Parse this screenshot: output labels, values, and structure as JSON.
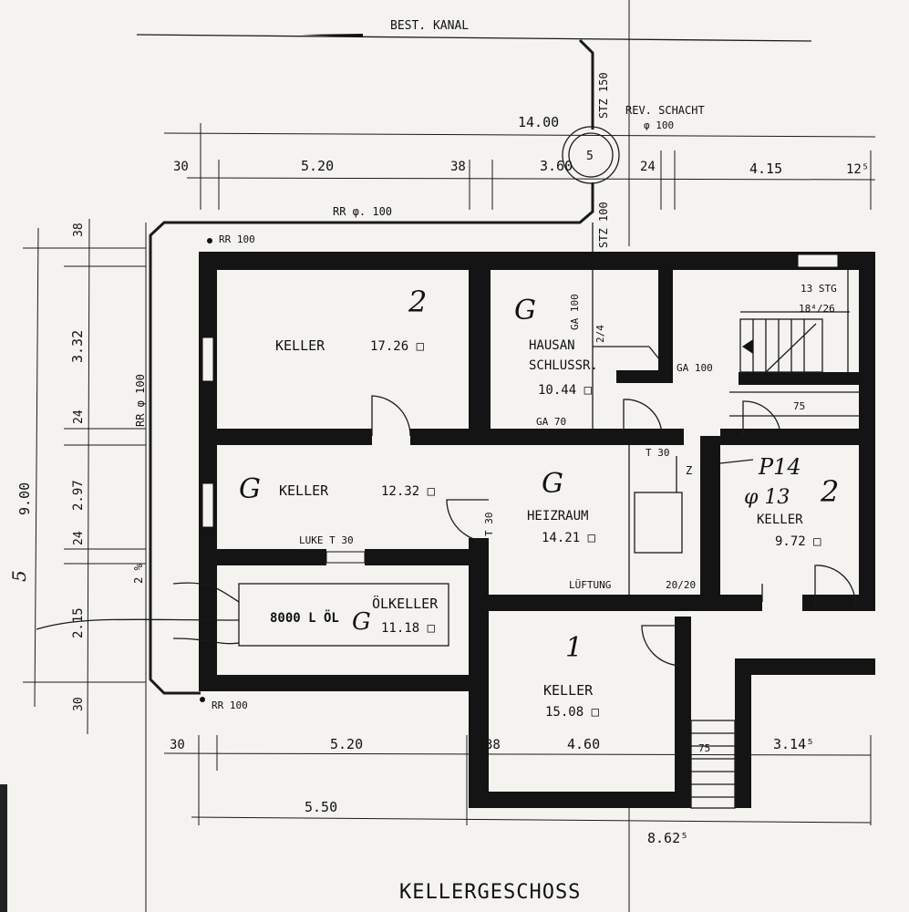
{
  "plan_title": "KELLERGESCHOSS",
  "sewer": {
    "label": "BEST. KANAL"
  },
  "shaft": {
    "label": "REV. SCHACHT",
    "diameter": "φ 100",
    "number": "5"
  },
  "pipes": {
    "stz_top": "STZ 150",
    "stz_mid": "STZ 100",
    "rr_top": "RR  φ. 100",
    "rr_left": "RR  φ 100",
    "rr_corner_top": "RR  100",
    "rr_corner_bottom": "RR  100",
    "ga_vertical": "GA 100",
    "ga_right": "GA 100",
    "ga_bottom": "GA 70",
    "luke": "LUKE  T 30",
    "door_t30_a": "T 30",
    "door_t30_b": "T 30",
    "lueftung": "LÜFTUNG",
    "lueftung_size": "20/20",
    "stair_steps": "13 STG",
    "stair_ratio": "18⁴/26",
    "stair_75": "75",
    "stair_small": "75",
    "slope": "2 %",
    "vert_slope": "2/4",
    "tank": "8000 L  ÖL",
    "z_mark": "Z"
  },
  "rooms": [
    {
      "name": "KELLER",
      "area": "17.26 □",
      "mark": "2"
    },
    {
      "name": "HAUSAN-\nSCHLUSSR.",
      "name_line1": "HAUSAN",
      "name_line2": "SCHLUSSR.",
      "area": "10.44 □",
      "mark": "G"
    },
    {
      "name": "KELLER",
      "area": "12.32 □",
      "mark": "G"
    },
    {
      "name": "HEIZRAUM",
      "area": "14.21 □",
      "mark": "G"
    },
    {
      "name": "KELLER",
      "area": "9.72 □",
      "mark": "2"
    },
    {
      "name": "ÖLKELLER",
      "area": "11.18 □",
      "mark": "G"
    },
    {
      "name": "KELLER",
      "area": "15.08 □",
      "mark": "1"
    }
  ],
  "handwritten": {
    "line1": "P14",
    "line2": "φ 13"
  },
  "dims_top": {
    "overall": "14.00",
    "d1": "30",
    "d2": "5.20",
    "d3": "38",
    "d4": "3.60",
    "d5": "24",
    "d6": "4.15",
    "d7": "12⁵"
  },
  "dims_left": {
    "overall": "9.00",
    "d1": "38",
    "d2": "3.32",
    "d3": "24",
    "d4": "2.97",
    "d5": "24",
    "d6": "2.15",
    "d7": "30",
    "margin_mark": "5"
  },
  "dims_bottom": {
    "d1": "30",
    "d2": "5.20",
    "d3": "38",
    "d4": "4.60",
    "d5": "3.14⁵",
    "total_left": "5.50",
    "total_right": "8.62⁵"
  }
}
